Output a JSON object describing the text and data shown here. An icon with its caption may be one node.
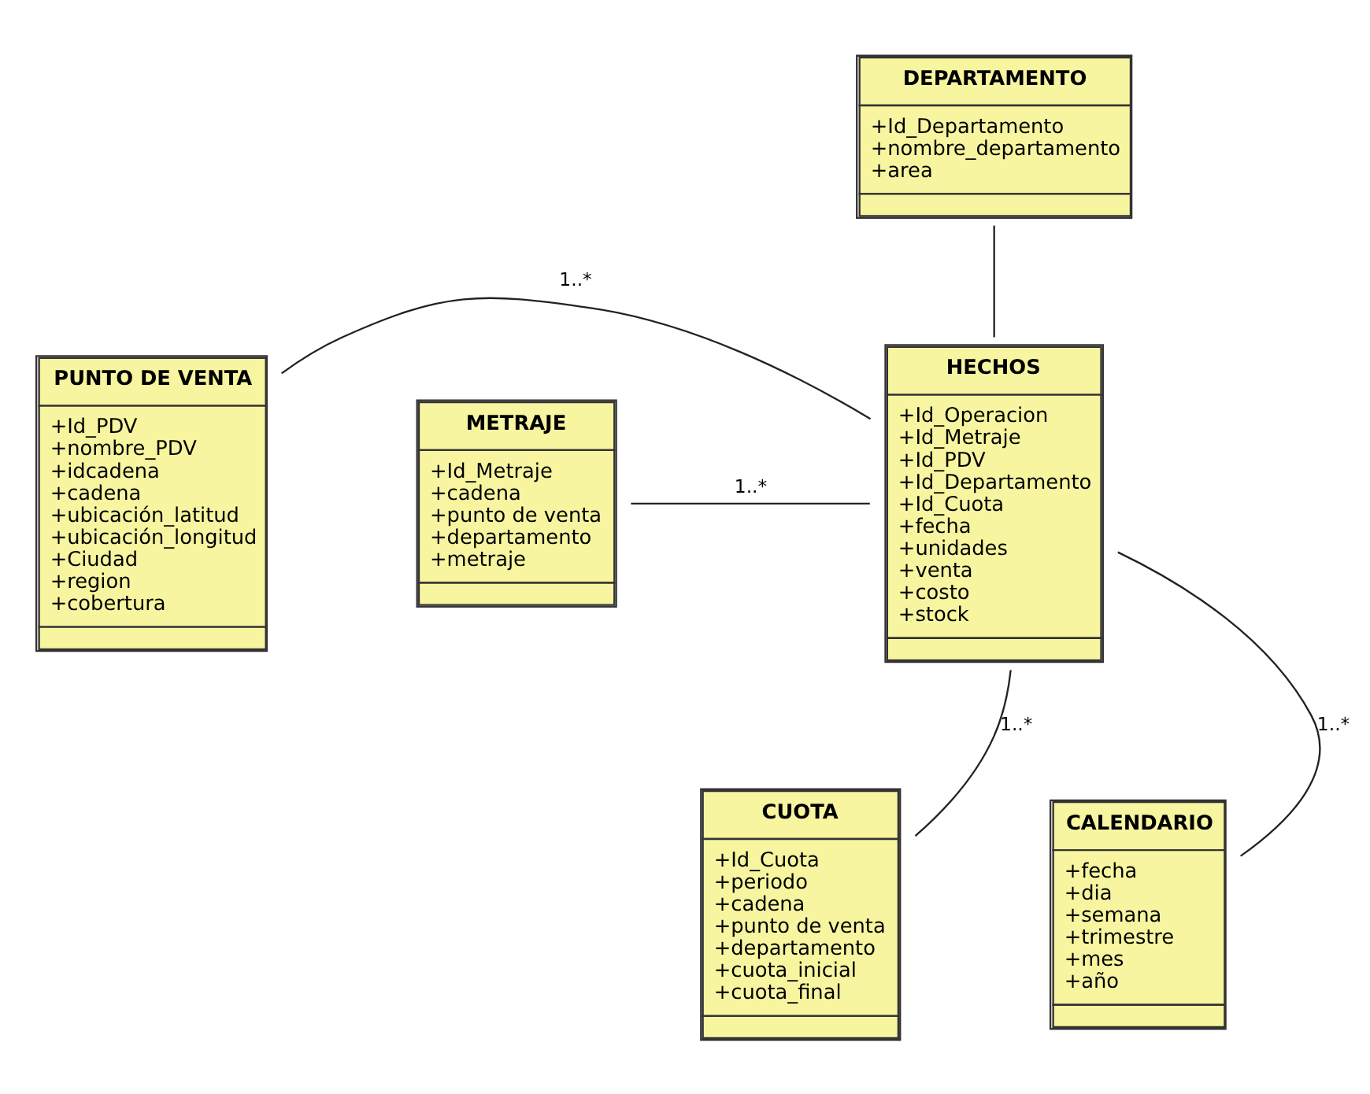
{
  "diagram": {
    "nodes": [
      {
        "text": [
          "DEPARTAMENTO",
          "+Id_Departamento",
          "+nombre_departamento",
          "+area"
        ]
      },
      {
        "text": [
          "PUNTO DE VENTA",
          "+Id_PDV",
          "+nombre_PDV",
          "+idcadena",
          "+cadena",
          "+ubicación_latitud",
          "+ubicación_longitud",
          "+Ciudad",
          "+region",
          "+cobertura"
        ]
      },
      {
        "text": [
          "HECHOS",
          "+Id_Operacion",
          "+Id_Metraje",
          "+Id_PDV",
          "+Id_Departamento",
          "+Id_Cuota",
          "+fecha",
          "+unidades",
          "+venta",
          "+costo",
          "+stock"
        ]
      },
      {
        "text": [
          "METRAJE",
          "+Id_Metraje",
          "+cadena",
          "+punto de venta",
          "+departamento",
          "+metraje"
        ]
      },
      {
        "text": [
          "CUOTA",
          "+Id_Cuota",
          "+periodo",
          "+cadena",
          "+punto de venta",
          "+departamento",
          "+cuota_inicial",
          "+cuota_final"
        ]
      },
      {
        "text": [
          "CALENDARIO",
          "+fecha",
          "+dia",
          "+semana",
          "+trimestre",
          "+mes",
          "+año"
        ]
      }
    ],
    "edges": [
      {
        "from": 0,
        "to": 2,
        "arrow": "none"
      },
      {
        "from": 1,
        "to": 2,
        "arrow": "none",
        "label": "1..*"
      },
      {
        "from": 3,
        "to": 2,
        "arrow": "none",
        "label": "1..*"
      },
      {
        "from": 4,
        "to": 2,
        "arrow": "none",
        "label": "1..*"
      },
      {
        "from": 5,
        "to": 2,
        "arrow": "none",
        "label": "1..*"
      }
    ]
  }
}
